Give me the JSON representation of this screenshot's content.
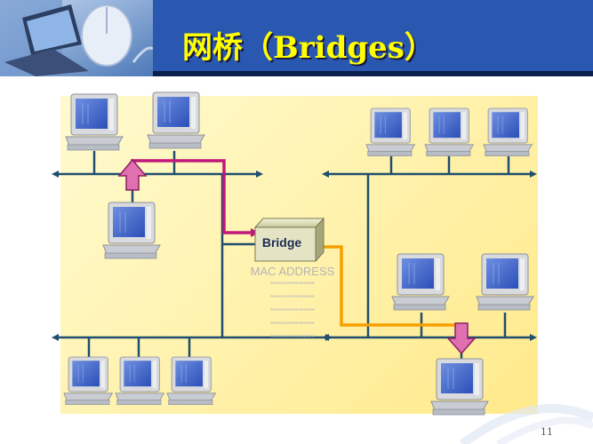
{
  "title": "网桥（Bridges）",
  "bridge_label": "Bridge",
  "mac_label": "MAC ADDRESS",
  "mac_rows": [
    "****************",
    "****************",
    "****************",
    "****************",
    "****************"
  ],
  "page_number": "11",
  "colors": {
    "title_band": "#2a57b0",
    "title_text": "#ffff00",
    "panel": "#fff2a8",
    "bus_line": "#1f4e6e",
    "path_magenta": "#c2187a",
    "path_orange": "#f5a000",
    "arrow": "#e070b0"
  },
  "icons": [
    "computer-icon",
    "bridge-box-icon",
    "arrow-up-icon",
    "arrow-down-icon"
  ]
}
